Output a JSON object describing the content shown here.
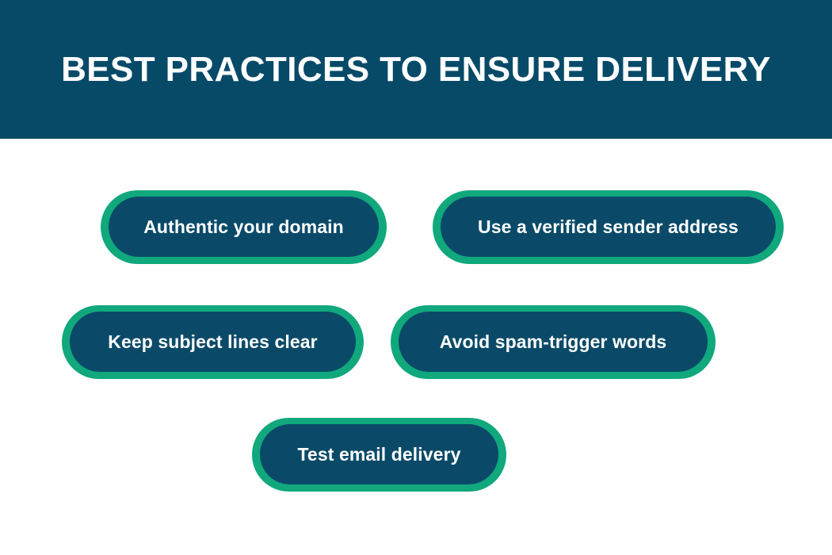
{
  "header": {
    "title": "BEST PRACTICES TO ENSURE DELIVERY",
    "background_color": "#064a68",
    "text_color": "#ffffff"
  },
  "theme": {
    "page_background": "#ffffff",
    "navy": "#0a4a68",
    "green_accent": "#10a87c",
    "label_color": "#ffffff"
  },
  "practices": [
    {
      "label": "Authentic your domain"
    },
    {
      "label": "Use a verified sender address"
    },
    {
      "label": "Keep subject lines clear"
    },
    {
      "label": "Avoid spam-trigger words"
    },
    {
      "label": "Test email delivery"
    }
  ]
}
